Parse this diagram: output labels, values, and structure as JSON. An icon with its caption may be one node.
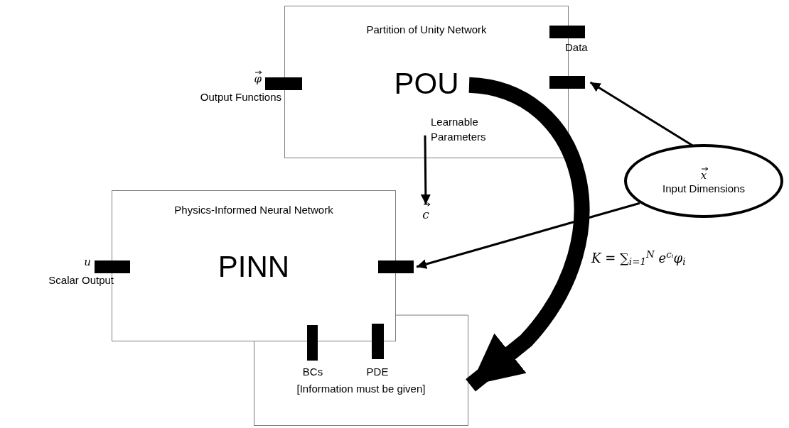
{
  "diagram": {
    "nodes": [
      {
        "text": [
          "Partition of Unity Network",
          "POU"
        ]
      },
      {
        "text": [],
        "shape": "bar",
        "beside": [
          "Data"
        ]
      },
      {
        "text": [],
        "shape": "bar",
        "beside": [
          "φ",
          "Output Functions"
        ]
      },
      {
        "text": [],
        "shape": "bar"
      },
      {
        "text": [
          "c"
        ]
      },
      {
        "text": [
          "x",
          "Input Dimensions"
        ]
      },
      {
        "text": [
          "Physics-Informed Neural Network",
          "PINN"
        ]
      },
      {
        "text": [],
        "shape": "bar",
        "beside": [
          "u",
          "Scalar Output"
        ]
      },
      {
        "text": [],
        "shape": "bar"
      },
      {
        "text": [
          "[Information must be given]"
        ]
      },
      {
        "text": [],
        "shape": "bar"
      },
      {
        "text": [],
        "shape": "bar"
      }
    ],
    "labels": [
      "BCs",
      "PDE"
    ],
    "edges": [
      {
        "from": 0,
        "to": 4,
        "arrow": "to",
        "label": "Learnable Parameters"
      },
      {
        "from": 0,
        "to": 9,
        "arrow": "to",
        "style": "thick",
        "label": "K = ∑$_{i=1}$$^{N}$ e$^{cᵢ}$φ$_{i}$"
      },
      {
        "from": 5,
        "to": 3,
        "arrow": "to"
      },
      {
        "from": 5,
        "to": 8,
        "arrow": "to"
      }
    ]
  }
}
